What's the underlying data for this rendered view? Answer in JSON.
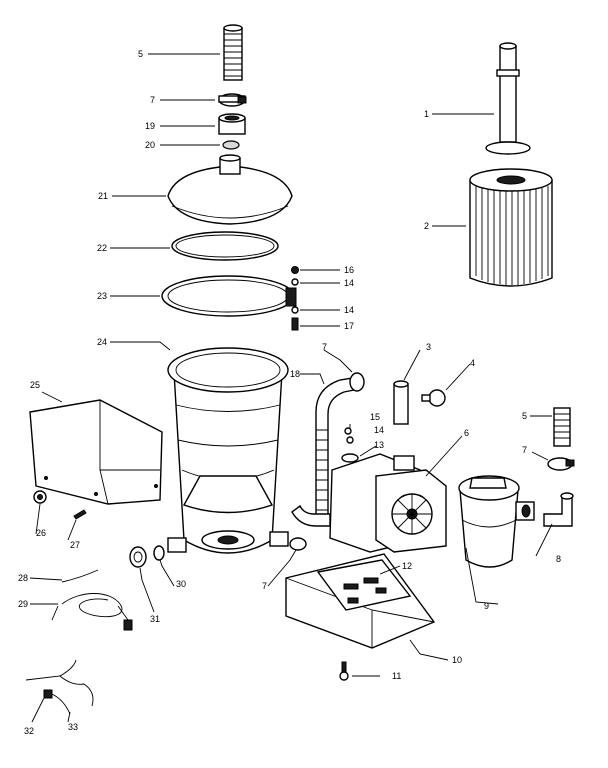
{
  "diagram": {
    "callouts": [
      {
        "id": "c5a",
        "text": "5"
      },
      {
        "id": "c7a",
        "text": "7"
      },
      {
        "id": "c19",
        "text": "19"
      },
      {
        "id": "c20",
        "text": "20"
      },
      {
        "id": "c21",
        "text": "21"
      },
      {
        "id": "c22",
        "text": "22"
      },
      {
        "id": "c23",
        "text": "23"
      },
      {
        "id": "c24",
        "text": "24"
      },
      {
        "id": "c25",
        "text": "25"
      },
      {
        "id": "c26",
        "text": "26"
      },
      {
        "id": "c27",
        "text": "27"
      },
      {
        "id": "c28",
        "text": "28"
      },
      {
        "id": "c29",
        "text": "29"
      },
      {
        "id": "c30",
        "text": "30"
      },
      {
        "id": "c31",
        "text": "31"
      },
      {
        "id": "c32",
        "text": "32"
      },
      {
        "id": "c33",
        "text": "33"
      },
      {
        "id": "c1",
        "text": "1"
      },
      {
        "id": "c2",
        "text": "2"
      },
      {
        "id": "c16a",
        "text": "16"
      },
      {
        "id": "c14a",
        "text": "14"
      },
      {
        "id": "c14b",
        "text": "14"
      },
      {
        "id": "c17",
        "text": "17"
      },
      {
        "id": "c7b",
        "text": "7"
      },
      {
        "id": "c18",
        "text": "18"
      },
      {
        "id": "c3",
        "text": "3"
      },
      {
        "id": "c4",
        "text": "4"
      },
      {
        "id": "c15",
        "text": "15"
      },
      {
        "id": "c14c",
        "text": "14"
      },
      {
        "id": "c13",
        "text": "13"
      },
      {
        "id": "c6",
        "text": "6"
      },
      {
        "id": "c5b",
        "text": "5"
      },
      {
        "id": "c7c",
        "text": "7"
      },
      {
        "id": "c8",
        "text": "8"
      },
      {
        "id": "c9",
        "text": "9"
      },
      {
        "id": "c12",
        "text": "12"
      },
      {
        "id": "c7d",
        "text": "7"
      },
      {
        "id": "c10",
        "text": "10"
      },
      {
        "id": "c11",
        "text": "11"
      }
    ]
  }
}
